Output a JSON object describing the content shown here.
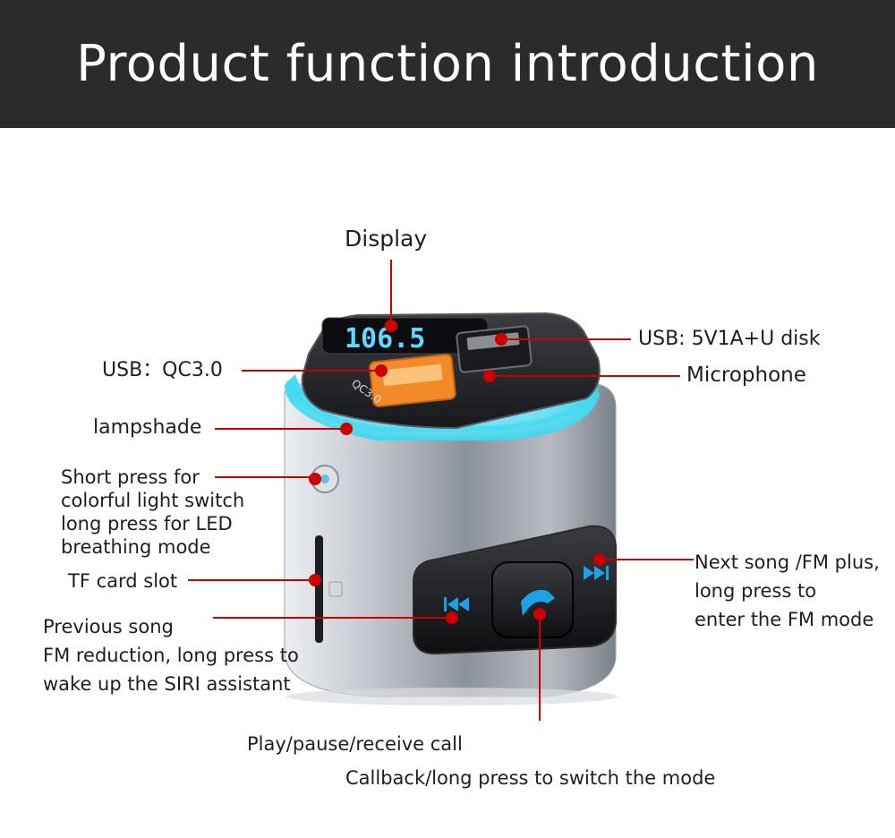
{
  "title": "Product function introduction",
  "display_reading": "106.5",
  "port_label": "QC3.0",
  "colors": {
    "accent": "#cc0000",
    "header_bg": "#2b2b2b",
    "glow": "#3fd8f0",
    "button_icon": "#1ea0e6"
  },
  "labels": {
    "display": "Display",
    "usb_u_disk": "USB: 5V1A+U disk",
    "microphone": "Microphone",
    "usb_qc": "USB：QC3.0",
    "lampshade": "lampshade",
    "light_switch": [
      "Short press for",
      "colorful light switch",
      "long press for LED",
      "breathing mode"
    ],
    "tf_slot": "TF card slot",
    "previous_song": [
      "Previous song",
      "FM reduction, long press to",
      "wake up the SIRI assistant"
    ],
    "next_song": [
      "Next song /FM plus,",
      "long press to",
      "enter the FM mode"
    ],
    "play_pause": [
      "Play/pause/receive call",
      "Callback/long press to switch the mode"
    ]
  }
}
